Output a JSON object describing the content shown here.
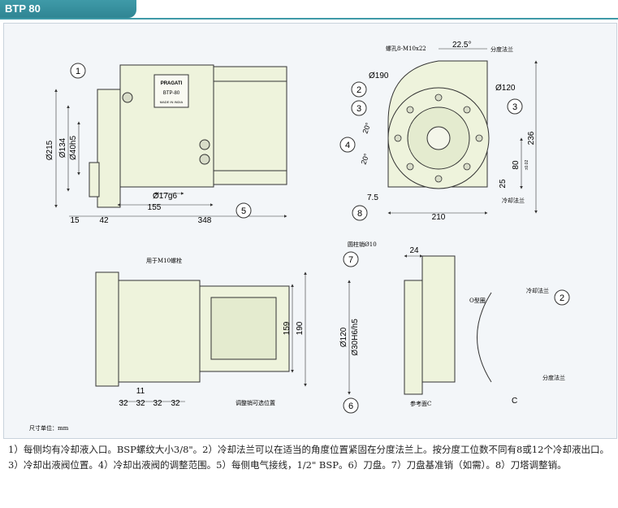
{
  "header": {
    "title": "BTP 80"
  },
  "unit_note": "尺寸单位：mm",
  "callouts": [
    "1",
    "2",
    "3",
    "3",
    "4",
    "5",
    "6",
    "7",
    "8",
    "2"
  ],
  "top_left": {
    "plate_brand": "PRAGATI",
    "plate_model": "BTP-80",
    "plate_sub": "MADE IN INDIA",
    "dims": {
      "d215": "Ø215",
      "d134": "Ø134",
      "d40": "Ø40h5",
      "d17": "Ø17g6",
      "l155": "155",
      "l15": "15",
      "l42": "42",
      "l348": "348"
    }
  },
  "top_right": {
    "bolt_label": "螺孔8-M10x22",
    "angle": "22.5°",
    "index_flange": "分度法兰",
    "d190": "Ø190",
    "d120": "Ø120",
    "a20a": "20°",
    "a20b": "20°",
    "h236": "236",
    "h80": "80",
    "tol80": "±0.02",
    "h25": "25",
    "cool_flange": "冷却法兰",
    "w75": "7.5",
    "w210": "210"
  },
  "bottom_left": {
    "bolt_note": "用于M10螺栓",
    "adjust_note": "调整销可选位置",
    "h159": "159",
    "h190": "190",
    "d32a": "32",
    "d32b": "32",
    "d32c": "32",
    "d32d": "32",
    "d11": "11"
  },
  "bottom_right": {
    "pin": "圆柱销Ø10",
    "w24": "24",
    "d120": "Ø120",
    "d30": "Ø30H6/h5",
    "ref_c": "参考面C",
    "oring": "O型圈",
    "cool_flange": "冷却法兰",
    "index_flange": "分度法兰",
    "c": "C"
  },
  "footnote": "1）每侧均有冷却液入口。BSP螺纹大小3/8\"。2）冷却法兰可以在适当的角度位置紧固在分度法兰上。按分度工位数不同有8或12个冷却液出口。3）冷却出液阀位置。4）冷却出液阀的调整范围。5）每侧电气接线，1/2\" BSP。6）刀盘。7）刀盘基准销（如需）。8）刀塔调整销。"
}
